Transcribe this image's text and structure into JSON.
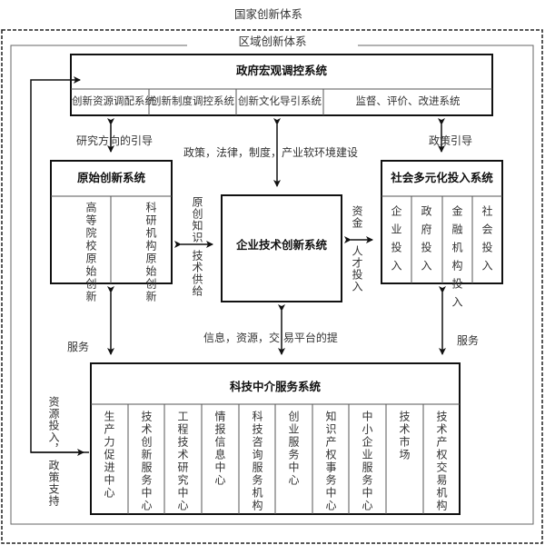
{
  "outer_system": {
    "label": "国家创新体系"
  },
  "regional_system": {
    "label": "区域创新体系"
  },
  "government": {
    "title": "政府宏观调控系统",
    "subsystems": [
      "创新资源调配系统",
      "创新制度调控系统",
      "创新文化导引系统",
      "监督、评价、改进系统"
    ]
  },
  "original": {
    "title": "原始创新系统",
    "columns": [
      "高等院校原始创新",
      "科研机构原始创新"
    ]
  },
  "enterprise": {
    "title": "企业技术创新系统"
  },
  "social": {
    "title": "社会多元化投入系统",
    "columns": [
      "企业投入",
      "政府投入",
      "金融机构投入",
      "社会投入"
    ]
  },
  "intermediary": {
    "title": "科技中介服务系统",
    "columns": [
      "生产力促进中心",
      "技术创新服务中心",
      "工程技术研究中心",
      "情报信息中心",
      "科技咨询服务机构",
      "创业服务中心",
      "知识产权事务中心",
      "中小企业服务中心",
      "技术市场",
      "技术产权交易机构"
    ]
  },
  "flows": {
    "research_guidance": "研究方向的引导",
    "policy_env": "政策，法律，制度，产业软环境建设",
    "policy_guidance": "政策引导",
    "original_knowledge": "原创知识",
    "tech_supply": "技术供给",
    "capital": "资金",
    "talent": "人才投入",
    "service_left": "服务",
    "service_right": "服务",
    "info_platform": "信息，资源，交 易平台的提",
    "resource_input": "资源投入，",
    "policy_support": "政策支持"
  }
}
